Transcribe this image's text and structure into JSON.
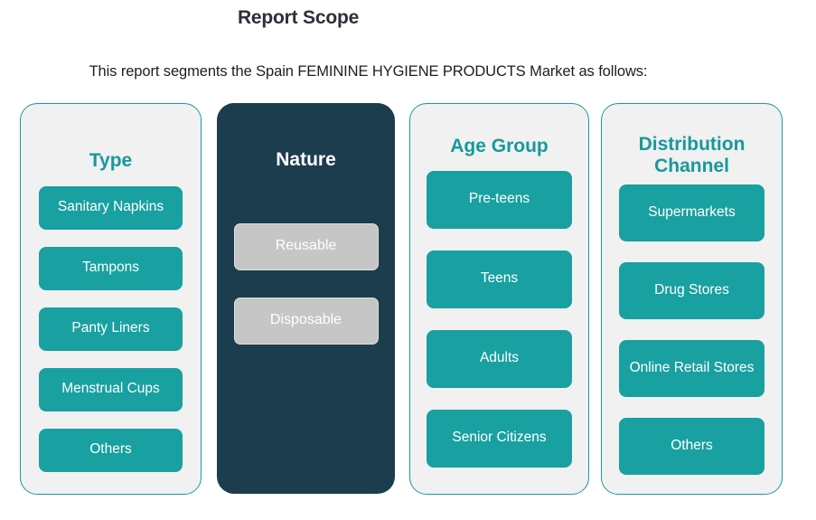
{
  "header": {
    "title": "Report Scope",
    "subtitle": "This report segments the Spain FEMININE HYGIENE PRODUCTS Market as follows:"
  },
  "colors": {
    "teal": "#19a0a0",
    "heading_teal": "#17999b",
    "dark_navy": "#1c3d4d",
    "card_light_bg": "#f1f1f1",
    "grey_pill": "#c6c6c6",
    "title_text": "#2b2f38",
    "page_bg": "#ffffff"
  },
  "segments": [
    {
      "heading": "Type",
      "style": "light",
      "items": [
        "Sanitary Napkins",
        "Tampons",
        "Panty Liners",
        "Menstrual Cups",
        "Others"
      ]
    },
    {
      "heading": "Nature",
      "style": "dark",
      "items": [
        "Reusable",
        "Disposable"
      ]
    },
    {
      "heading": "Age Group",
      "style": "light",
      "items": [
        "Pre-teens",
        "Teens",
        "Adults",
        "Senior Citizens"
      ]
    },
    {
      "heading": "Distribution Channel",
      "style": "light",
      "items": [
        "Supermarkets",
        "Drug Stores",
        "Online Retail Stores",
        "Others"
      ]
    }
  ]
}
